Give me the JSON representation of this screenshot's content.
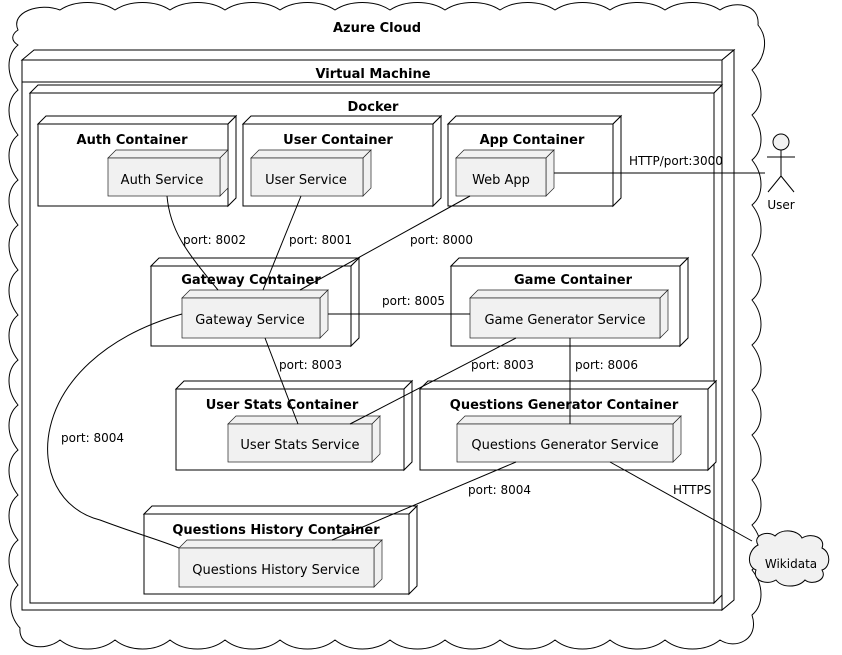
{
  "cloud": {
    "title": "Azure Cloud"
  },
  "vm": {
    "title": "Virtual Machine"
  },
  "docker": {
    "title": "Docker"
  },
  "containers": {
    "auth": {
      "title": "Auth Container",
      "service": "Auth Service"
    },
    "user": {
      "title": "User Container",
      "service": "User Service"
    },
    "app": {
      "title": "App Container",
      "service": "Web App"
    },
    "gateway": {
      "title": "Gateway Container",
      "service": "Gateway Service"
    },
    "game": {
      "title": "Game Container",
      "service": "Game Generator Service"
    },
    "userstats": {
      "title": "User Stats Container",
      "service": "User Stats Service"
    },
    "questionsgen": {
      "title": "Questions Generator Container",
      "service": "Questions Generator Service"
    },
    "history": {
      "title": "Questions History Container",
      "service": "Questions History Service"
    }
  },
  "actor": {
    "label": "User"
  },
  "wikidata": {
    "label": "Wikidata"
  },
  "edges": {
    "auth_gateway": "port: 8002",
    "user_gateway": "port: 8001",
    "app_gateway": "port: 8000",
    "gateway_game": "port: 8005",
    "gateway_userstats": "port: 8003",
    "game_userstats": "port: 8003",
    "game_questionsgen": "port: 8006",
    "gateway_history": "port: 8004",
    "questionsgen_history": "port: 8004",
    "user_app": "HTTP/port:3000",
    "questionsgen_wikidata": "HTTPS"
  }
}
